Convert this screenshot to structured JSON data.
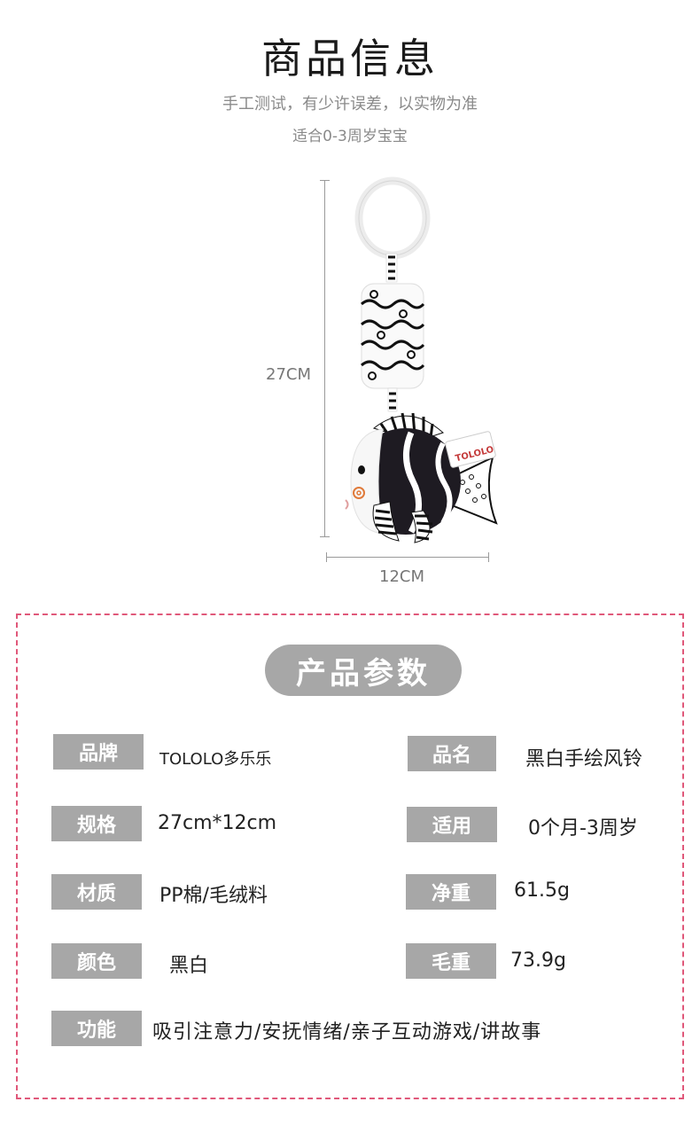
{
  "header": {
    "title": "商品信息",
    "subtitle": "手工测试，有少许误差，以实物为准",
    "age_note": "适合0-3周岁宝宝"
  },
  "product_image": {
    "height_label": "27CM",
    "width_label": "12CM",
    "tag_text": "TOLOLO"
  },
  "specs": {
    "heading": "产品参数",
    "brand_label": "品牌",
    "brand_value": "TOLOLO多乐乐",
    "name_label": "品名",
    "name_value": "黑白手绘风铃",
    "size_label": "规格",
    "size_value": "27cm*12cm",
    "age_label": "适用",
    "age_value": "0个月-3周岁",
    "material_label": "材质",
    "material_value": "PP棉/毛绒料",
    "net_label": "净重",
    "net_value": "61.5g",
    "color_label": "颜色",
    "color_value": "黑白",
    "gross_label": "毛重",
    "gross_value": "73.9g",
    "function_label": "功能",
    "function_value": "吸引注意力/安抚情绪/亲子互动游戏/讲故事"
  },
  "colors": {
    "label_bg": "#a7a7a7",
    "border": "#e0587a"
  }
}
